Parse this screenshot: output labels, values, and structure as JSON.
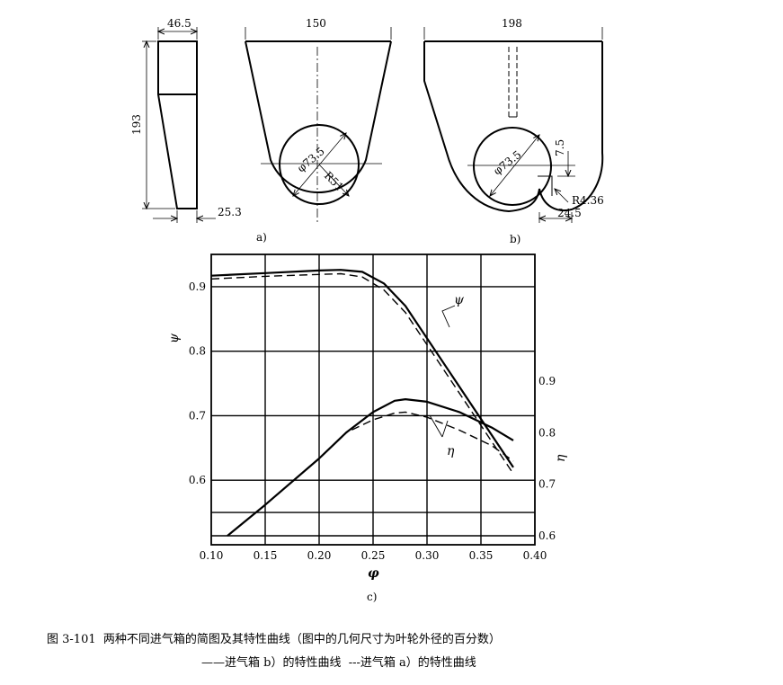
{
  "diagram_a": {
    "dims": {
      "top": "46.5",
      "height": "193",
      "bottom": "25.3"
    },
    "label": "a)"
  },
  "diagram_middle": {
    "dims": {
      "top": "150",
      "diameter": "φ73.5",
      "radius": "R51"
    }
  },
  "diagram_b": {
    "dims": {
      "top": "198",
      "diameter": "φ73.5",
      "offset": "7.5",
      "radius": "R4.36",
      "bottom": "24.5"
    },
    "label": "b)"
  },
  "chart_label": "c)",
  "chart_data": {
    "type": "line",
    "xlabel": "φ",
    "ylabel_left": "ψ",
    "ylabel_right": "η",
    "x_ticks": [
      "0.10",
      "0.15",
      "0.20",
      "0.25",
      "0.30",
      "0.35",
      "0.40"
    ],
    "y_left_ticks": [
      "0.6",
      "0.7",
      "0.8",
      "0.9"
    ],
    "y_right_ticks": [
      "0.6",
      "0.7",
      "0.8",
      "0.9"
    ],
    "xlim": [
      0.1,
      0.4
    ],
    "ylim_left": [
      0.5,
      0.95
    ],
    "ylim_right": [
      0.6,
      0.9
    ],
    "grid": true,
    "annotations": [
      "ψ",
      "η"
    ],
    "series": [
      {
        "metric": "psi",
        "axis": "left",
        "style": "solid",
        "x": [
          0.1,
          0.15,
          0.2,
          0.22,
          0.24,
          0.26,
          0.28,
          0.3,
          0.32,
          0.34,
          0.36,
          0.38
        ],
        "y": [
          0.917,
          0.921,
          0.925,
          0.926,
          0.923,
          0.905,
          0.87,
          0.82,
          0.77,
          0.72,
          0.67,
          0.62
        ]
      },
      {
        "metric": "psi",
        "axis": "left",
        "style": "dashed",
        "x": [
          0.1,
          0.15,
          0.2,
          0.22,
          0.24,
          0.26,
          0.28,
          0.3,
          0.32,
          0.34,
          0.36,
          0.38
        ],
        "y": [
          0.912,
          0.916,
          0.919,
          0.92,
          0.915,
          0.895,
          0.86,
          0.81,
          0.76,
          0.71,
          0.66,
          0.61
        ]
      },
      {
        "metric": "eta",
        "axis": "right",
        "style": "solid",
        "x": [
          0.115,
          0.15,
          0.2,
          0.225,
          0.25,
          0.27,
          0.28,
          0.3,
          0.33,
          0.36,
          0.38
        ],
        "y": [
          0.6,
          0.66,
          0.75,
          0.8,
          0.84,
          0.862,
          0.865,
          0.86,
          0.84,
          0.81,
          0.785
        ]
      },
      {
        "metric": "eta",
        "axis": "right",
        "style": "dashed",
        "x": [
          0.115,
          0.15,
          0.2,
          0.225,
          0.25,
          0.27,
          0.28,
          0.3,
          0.33,
          0.36,
          0.38
        ],
        "y": [
          0.6,
          0.66,
          0.75,
          0.8,
          0.825,
          0.838,
          0.84,
          0.83,
          0.805,
          0.775,
          0.745
        ]
      }
    ]
  },
  "caption": {
    "line1": "图 3-101  两种不同进气箱的简图及其特性曲线（图中的几何尺寸为叶轮外径的百分数）",
    "line2": "——进气箱 b）的特性曲线  ---进气箱 a）的特性曲线"
  }
}
